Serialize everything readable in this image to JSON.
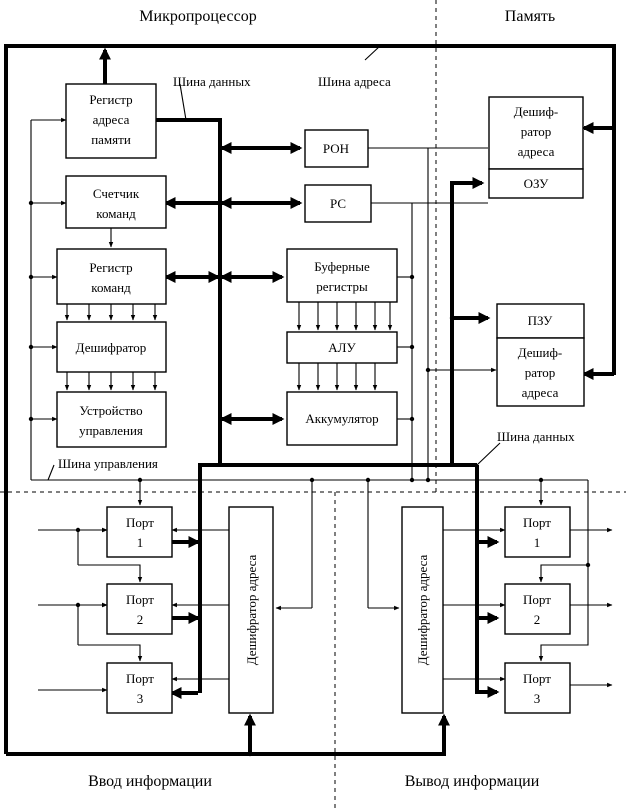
{
  "headers": {
    "microprocessor": "Микропроцессор",
    "memory": "Память",
    "input": "Ввод информации",
    "output": "Вывод информации"
  },
  "buses": {
    "data_bus_top": "Шина данных",
    "address_bus": "Шина адреса",
    "data_bus_bottom": "Шина данных",
    "control_bus": "Шина управления"
  },
  "blocks": {
    "mar": [
      "Регистр",
      "адреса",
      "памяти"
    ],
    "pc": [
      "Счетчик",
      "команд"
    ],
    "ir": [
      "Регистр",
      "команд"
    ],
    "decoder": [
      "Дешифратор"
    ],
    "control_unit": [
      "Устройство",
      "управления"
    ],
    "ron": [
      "РОН"
    ],
    "rs": [
      "РС"
    ],
    "buffer_regs": [
      "Буферные",
      "регистры"
    ],
    "alu": [
      "АЛУ"
    ],
    "accumulator": [
      "Аккумулятор"
    ],
    "ram_decoder": [
      "Дешиф-",
      "ратор",
      "адреса"
    ],
    "ram": [
      "ОЗУ"
    ],
    "rom": [
      "ПЗУ"
    ],
    "rom_decoder": [
      "Дешиф-",
      "ратор",
      "адреса"
    ],
    "in_port1": [
      "Порт",
      "1"
    ],
    "in_port2": [
      "Порт",
      "2"
    ],
    "in_port3": [
      "Порт",
      "3"
    ],
    "in_addr_decoder": "Дешифратор адреса",
    "out_port1": [
      "Порт",
      "1"
    ],
    "out_port2": [
      "Порт",
      "2"
    ],
    "out_port3": [
      "Порт",
      "3"
    ],
    "out_addr_decoder": "Дешифратор адреса"
  }
}
